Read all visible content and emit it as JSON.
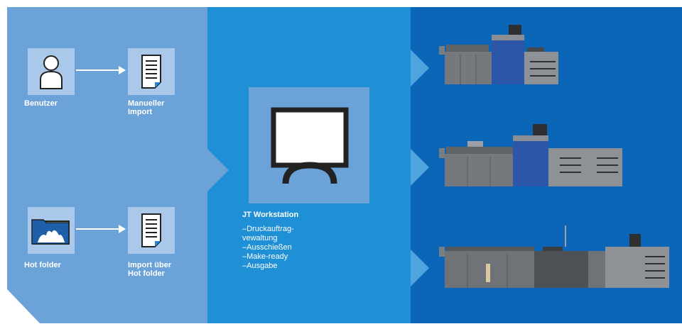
{
  "left": {
    "user_label": "Benutzer",
    "manual_import_label": "Manueller\nImport",
    "hotfolder_label": "Hot folder",
    "hotfolder_import_label": "Import über\nHot folder",
    "icons": [
      "user-icon",
      "document-icon",
      "folder-icon",
      "document-icon"
    ]
  },
  "middle": {
    "workstation_title": "JT Workstation",
    "tasks": [
      "–Druckauftrag-\n  vewaltung",
      "–Ausschießen",
      "–Make-ready",
      "–Ausgabe"
    ],
    "icon": "monitor-icon"
  },
  "right": {
    "printers": [
      "printer-icon",
      "printer-icon",
      "printer-icon"
    ]
  },
  "colors": {
    "left_panel": "#6ba2d8",
    "middle_panel": "#1f8fd6",
    "right_panel": "#0c66b8",
    "tile": "#a9c8ea"
  }
}
